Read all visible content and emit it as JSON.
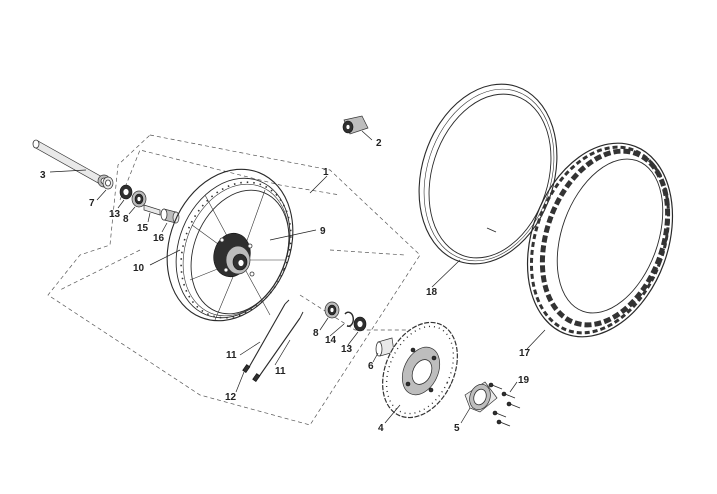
{
  "labels": {
    "p1": "1",
    "p2": "2",
    "p3": "3",
    "p4": "4",
    "p5": "5",
    "p6": "6",
    "p7": "7",
    "p8a": "8",
    "p8b": "8",
    "p9": "9",
    "p10": "10",
    "p11a": "11",
    "p11b": "11",
    "p12": "12",
    "p13a": "13",
    "p13b": "13",
    "p14": "14",
    "p15": "15",
    "p16": "16",
    "p17": "17",
    "p18": "18",
    "p19": "19"
  }
}
